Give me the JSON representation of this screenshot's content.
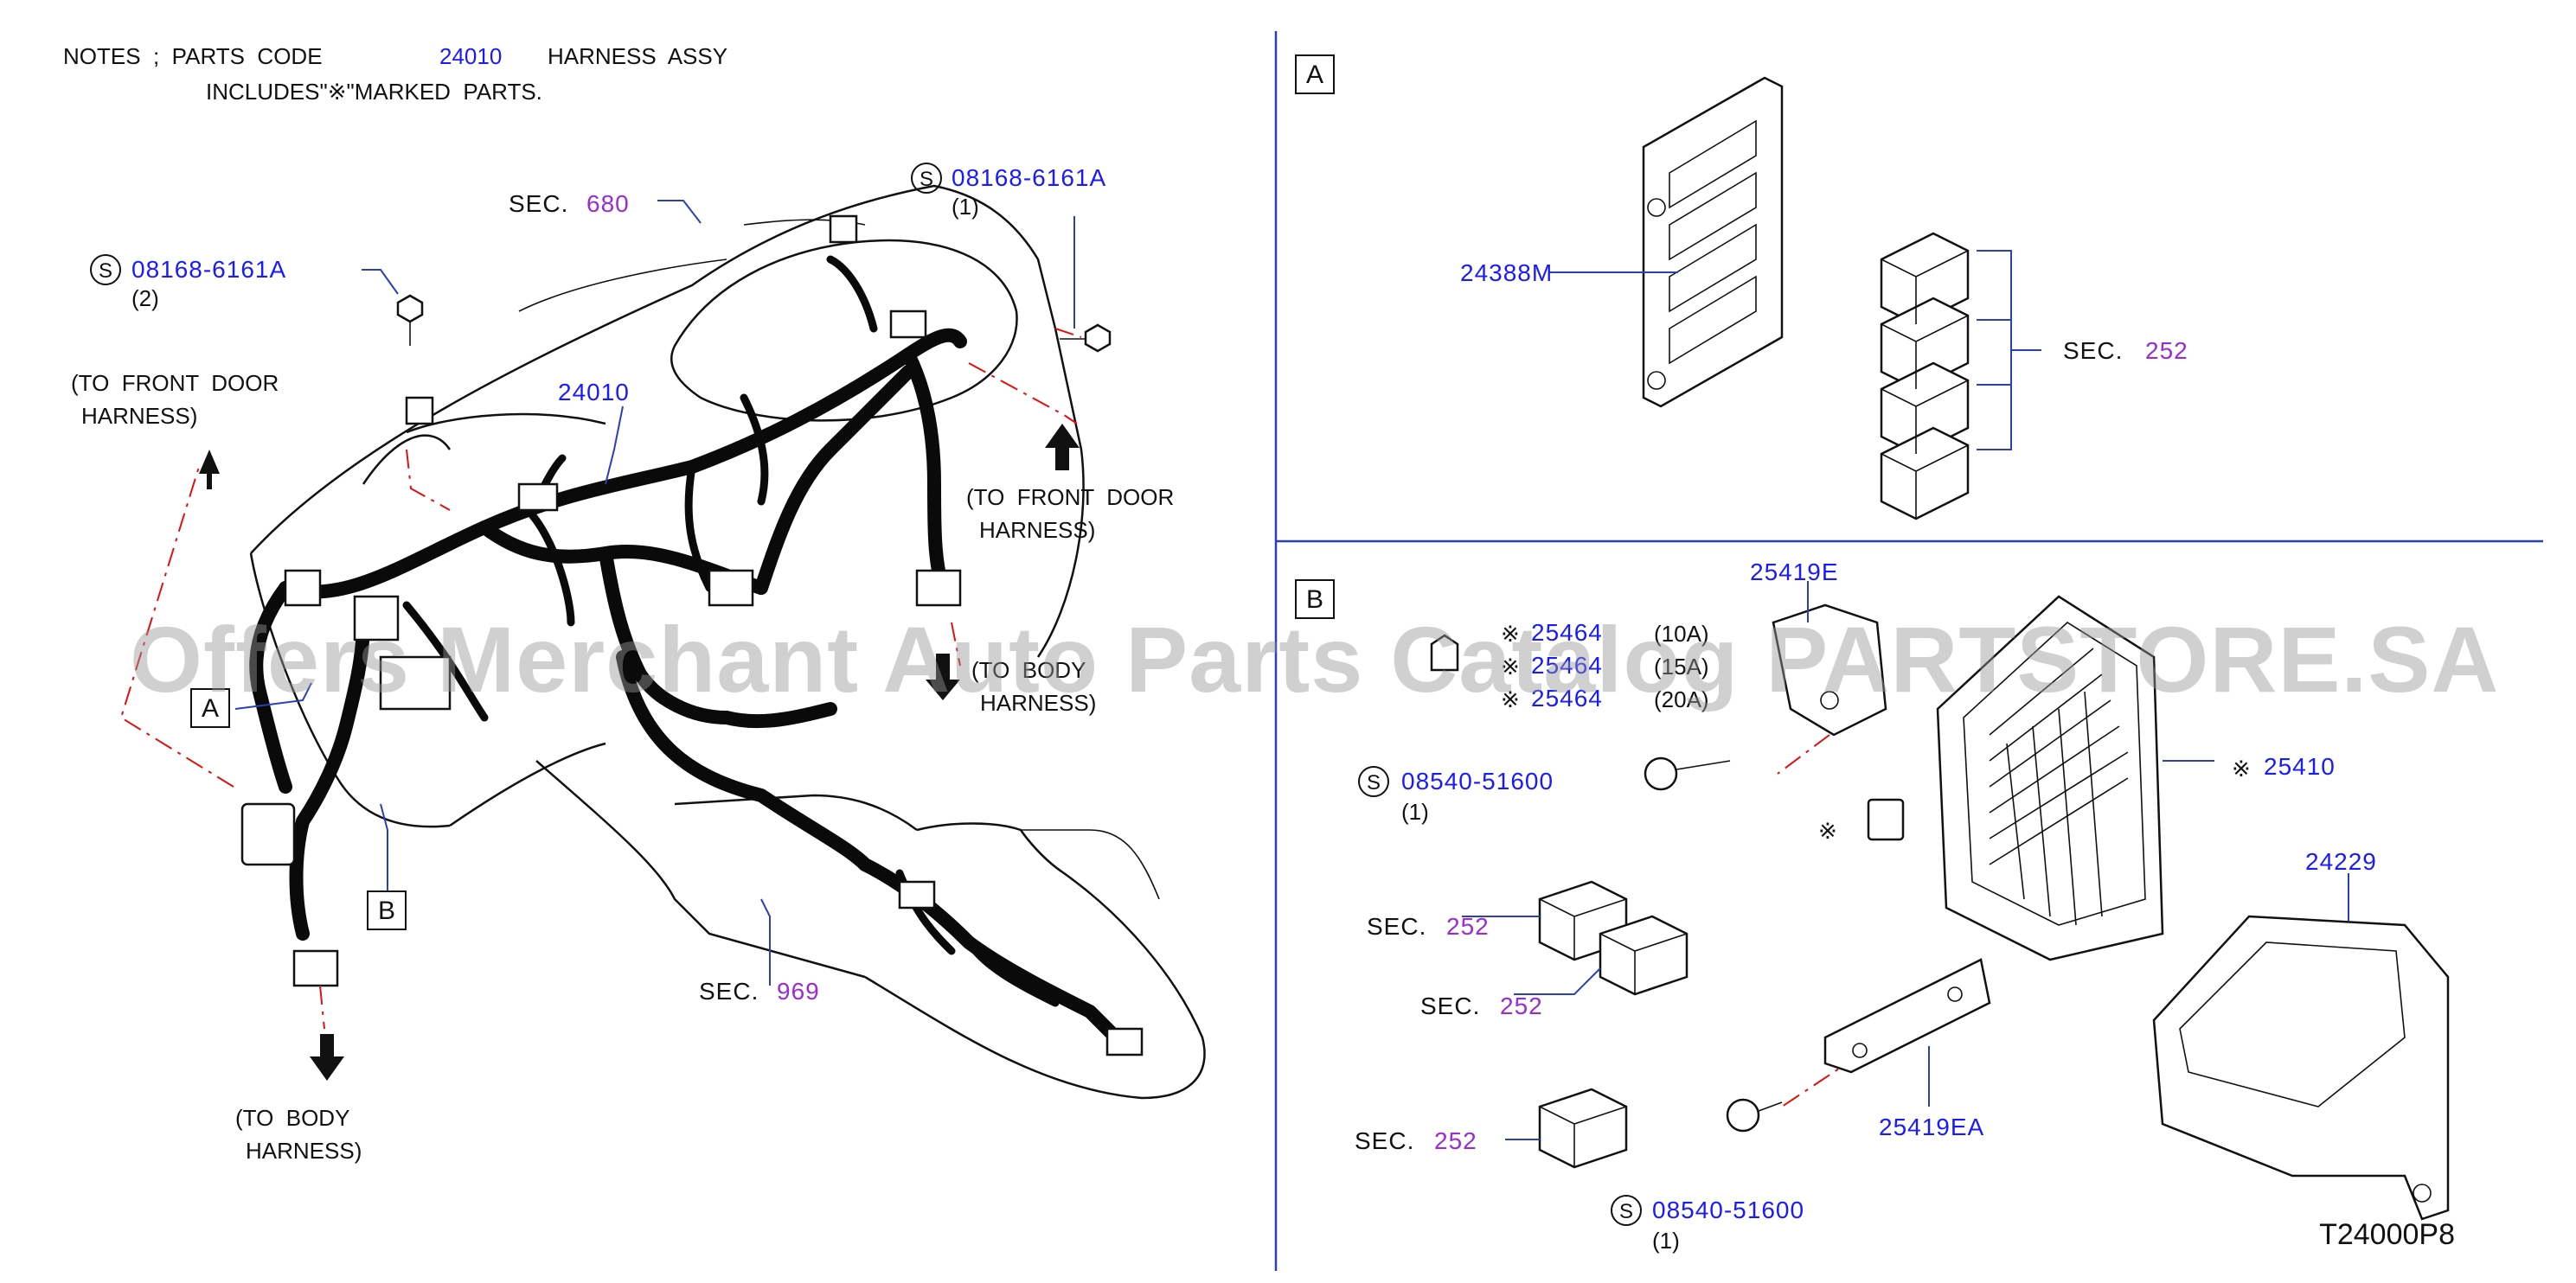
{
  "notes": {
    "prefix": "NOTES  ;  PARTS  CODE",
    "code": "24010",
    "suffix": "HARNESS  ASSY",
    "line2": "INCLUDES\"※\"MARKED  PARTS."
  },
  "main": {
    "sec680": {
      "sec": "SEC.",
      "num": "680"
    },
    "bolt_top_right": {
      "s": "S",
      "code": "08168-6161A",
      "qty": "(1)"
    },
    "bolt_top_left": {
      "s": "S",
      "code": "08168-6161A",
      "qty": "(2)"
    },
    "to_front_door_left": [
      "(TO  FRONT  DOOR",
      "HARNESS)"
    ],
    "to_front_door_right": [
      "(TO  FRONT  DOOR",
      "HARNESS)"
    ],
    "to_body_right": [
      "(TO  BODY",
      "HARNESS)"
    ],
    "to_body_bottom": [
      "(TO  BODY",
      "HARNESS)"
    ],
    "harness_code": "24010",
    "box_a": "A",
    "box_b": "B",
    "sec969": {
      "sec": "SEC.",
      "num": "969"
    }
  },
  "panel_a": {
    "title": "A",
    "bracket_code": "24388M",
    "sec252": {
      "sec": "SEC.",
      "num": "252"
    }
  },
  "panel_b": {
    "title": "B",
    "bracket_top": "25419E",
    "fuses": [
      {
        "mark": "※",
        "code": "25464",
        "amp": "(10A)"
      },
      {
        "mark": "※",
        "code": "25464",
        "amp": "(15A)"
      },
      {
        "mark": "※",
        "code": "25464",
        "amp": "(20A)"
      }
    ],
    "screw_upper": {
      "s": "S",
      "code": "08540-51600",
      "qty": "(1)"
    },
    "screw_lower": {
      "s": "S",
      "code": "08540-51600",
      "qty": "(1)"
    },
    "fuse_block": {
      "mark": "※",
      "code": "25410"
    },
    "clip_mark": "※",
    "relay_box": "24229",
    "bracket_lower": "25419EA",
    "sec252_a": {
      "sec": "SEC.",
      "num": "252"
    },
    "sec252_b": {
      "sec": "SEC.",
      "num": "252"
    },
    "sec252_c": {
      "sec": "SEC.",
      "num": "252"
    }
  },
  "watermark": "Offers Merchant Auto Parts Catalog PARTSTORE.SA",
  "diagram_code": "T24000P8",
  "colors": {
    "part_number": "#1a1aff",
    "section_number": "#9a2bd6",
    "leader": "#2a3fb8",
    "red_dashed": "#e01010"
  }
}
